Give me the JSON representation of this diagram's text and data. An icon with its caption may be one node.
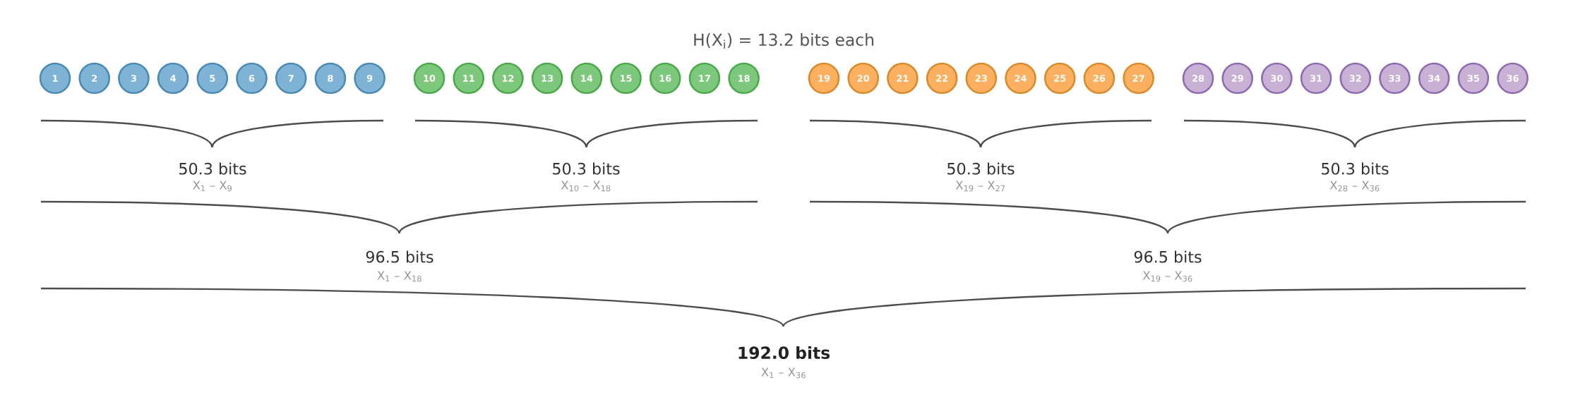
{
  "diagram": {
    "title": "H(X$_{i}$) = 13.2 bits each",
    "nodes": [
      {
        "text": [
          "1"
        ]
      },
      {
        "text": [
          "2"
        ]
      },
      {
        "text": [
          "3"
        ]
      },
      {
        "text": [
          "4"
        ]
      },
      {
        "text": [
          "5"
        ]
      },
      {
        "text": [
          "6"
        ]
      },
      {
        "text": [
          "7"
        ]
      },
      {
        "text": [
          "8"
        ]
      },
      {
        "text": [
          "9"
        ]
      },
      {
        "text": [
          "10"
        ]
      },
      {
        "text": [
          "11"
        ]
      },
      {
        "text": [
          "12"
        ]
      },
      {
        "text": [
          "13"
        ]
      },
      {
        "text": [
          "14"
        ]
      },
      {
        "text": [
          "15"
        ]
      },
      {
        "text": [
          "16"
        ]
      },
      {
        "text": [
          "17"
        ]
      },
      {
        "text": [
          "18"
        ]
      },
      {
        "text": [
          "19"
        ]
      },
      {
        "text": [
          "20"
        ]
      },
      {
        "text": [
          "21"
        ]
      },
      {
        "text": [
          "22"
        ]
      },
      {
        "text": [
          "23"
        ]
      },
      {
        "text": [
          "24"
        ]
      },
      {
        "text": [
          "25"
        ]
      },
      {
        "text": [
          "26"
        ]
      },
      {
        "text": [
          "27"
        ]
      },
      {
        "text": [
          "28"
        ]
      },
      {
        "text": [
          "29"
        ]
      },
      {
        "text": [
          "30"
        ]
      },
      {
        "text": [
          "31"
        ]
      },
      {
        "text": [
          "32"
        ]
      },
      {
        "text": [
          "33"
        ]
      },
      {
        "text": [
          "34"
        ]
      },
      {
        "text": [
          "35"
        ]
      },
      {
        "text": [
          "36"
        ]
      }
    ],
    "labels": [
      "50.3 bits",
      "50.3 bits",
      "50.3 bits",
      "50.3 bits",
      "X$_{1}$ – X$_{9}$",
      "X$_{10}$ – X$_{18}$",
      "X$_{19}$ – X$_{27}$",
      "X$_{28}$ – X$_{36}$",
      "96.5 bits",
      "96.5 bits",
      "X$_{1}$ – X$_{18}$",
      "X$_{19}$ – X$_{36}$",
      "192.0 bits",
      "X$_{1}$ – X$_{36}$"
    ]
  }
}
